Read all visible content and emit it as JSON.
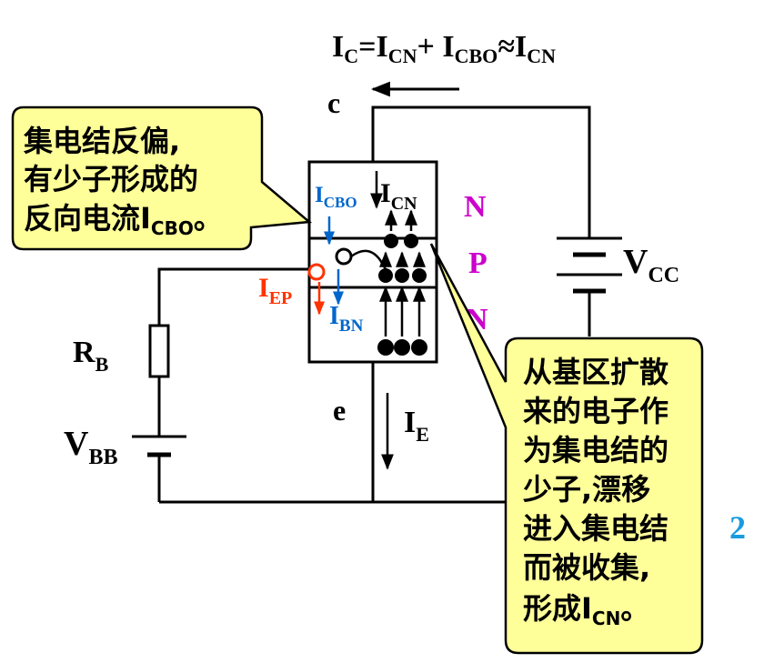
{
  "equation": {
    "base": "I",
    "sub_c": "C",
    "eq": "=",
    "sub_cn": "CN",
    "plus": "+ ",
    "sub_cbo": "CBO",
    "approx": "≈",
    "sub_cn2": "CN"
  },
  "terminals": {
    "c": "c",
    "e": "e"
  },
  "labels": {
    "vcc_base": "V",
    "vcc_sub": "CC",
    "vbb_base": "V",
    "vbb_sub": "BB",
    "rb_base": "R",
    "rb_sub": "B",
    "ie_base": "I",
    "ie_sub": "E",
    "icbo_base": "I",
    "icbo_sub": "CBO",
    "icn_base": "I",
    "icn_sub": "CN",
    "iep_base": "I",
    "iep_sub": "EP",
    "ibn_base": "I",
    "ibn_sub": "BN"
  },
  "layers": [
    "N",
    "P",
    "N"
  ],
  "callout_left": {
    "line1": "集电结反偏,",
    "line2": "有少子形成的",
    "line3_prefix": "反向电流I",
    "line3_sub": "CBO",
    "line3_suffix": "。"
  },
  "callout_right": {
    "line1": "从基区扩散",
    "line2": "来的电子作",
    "line3": "为集电结的",
    "line4": "少子,漂移",
    "line5": "进入集电结",
    "line6": "而被收集,",
    "line7_prefix": "形成I",
    "line7_sub": "CN",
    "line7_suffix": "。"
  },
  "page_number": "2",
  "colors": {
    "wire": "#000000",
    "callout_fill": "#ffff99",
    "layer_label": "#cc00cc",
    "blue": "#0066cc",
    "red": "#ff3300",
    "page_number": "#1a9be0"
  }
}
